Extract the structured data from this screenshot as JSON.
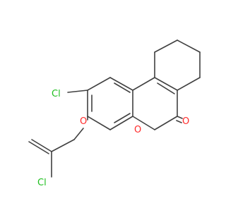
{
  "molecule": {
    "atoms": [
      {
        "id": "cl_ring",
        "label": "Cl",
        "color": "#1fbf1f"
      },
      {
        "id": "o_ether",
        "label": "O",
        "color": "#ff2a2a"
      },
      {
        "id": "o_lactone",
        "label": "O",
        "color": "#ff2a2a"
      },
      {
        "id": "o_carbonyl",
        "label": "O",
        "color": "#ff2a2a"
      },
      {
        "id": "cl_allyl",
        "label": "Cl",
        "color": "#1fbf1f"
      }
    ],
    "bond_color": "#404040"
  }
}
